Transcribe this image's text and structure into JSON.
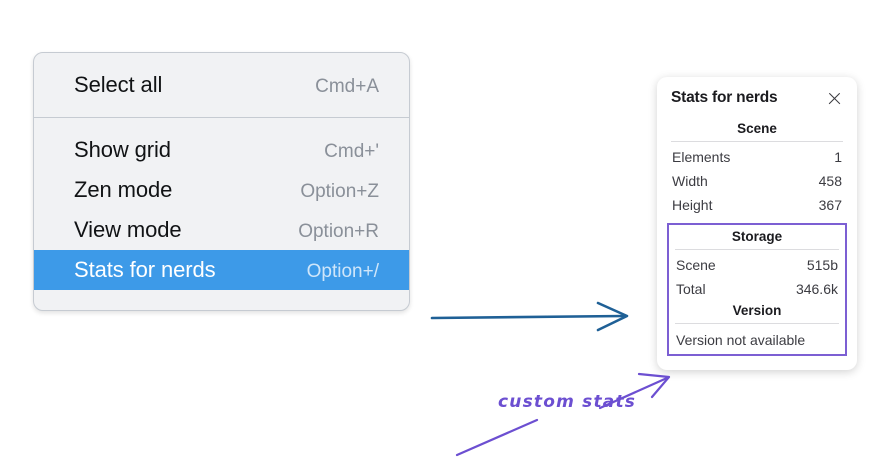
{
  "menu": {
    "groups": [
      {
        "items": [
          {
            "label": "Select all",
            "shortcut": "Cmd+A",
            "selected": false
          }
        ]
      },
      {
        "items": [
          {
            "label": "Show grid",
            "shortcut": "Cmd+'",
            "selected": false
          },
          {
            "label": "Zen mode",
            "shortcut": "Option+Z",
            "selected": false
          },
          {
            "label": "View mode",
            "shortcut": "Option+R",
            "selected": false
          },
          {
            "label": "Stats for nerds",
            "shortcut": "Option+/",
            "selected": true
          }
        ]
      }
    ]
  },
  "stats_panel": {
    "title": "Stats for nerds",
    "close_icon": "close-icon",
    "scene": {
      "heading": "Scene",
      "rows": [
        {
          "key": "Elements",
          "value": "1"
        },
        {
          "key": "Width",
          "value": "458"
        },
        {
          "key": "Height",
          "value": "367"
        }
      ]
    },
    "storage": {
      "heading": "Storage",
      "rows": [
        {
          "key": "Scene",
          "value": "515b"
        },
        {
          "key": "Total",
          "value": "346.6k"
        }
      ]
    },
    "version": {
      "heading": "Version",
      "note": "Version not available"
    }
  },
  "annotations": {
    "handwritten_label": "custom stats",
    "arrow_color_blue": "#1f6096",
    "arrow_color_purple": "#6c4fd1",
    "highlight_box_color": "#7c5fd3"
  }
}
